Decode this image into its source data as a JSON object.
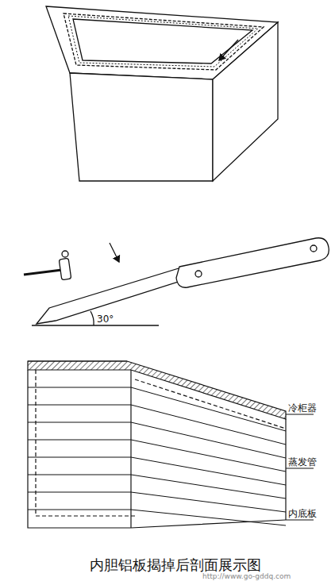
{
  "diagram": {
    "caption": "内胆铝板揭掉后剖面展示图",
    "labels": [
      "30°",
      "冷柜器",
      "蒸发管",
      "内底板",
      "http://www.go-gddq.com"
    ]
  }
}
